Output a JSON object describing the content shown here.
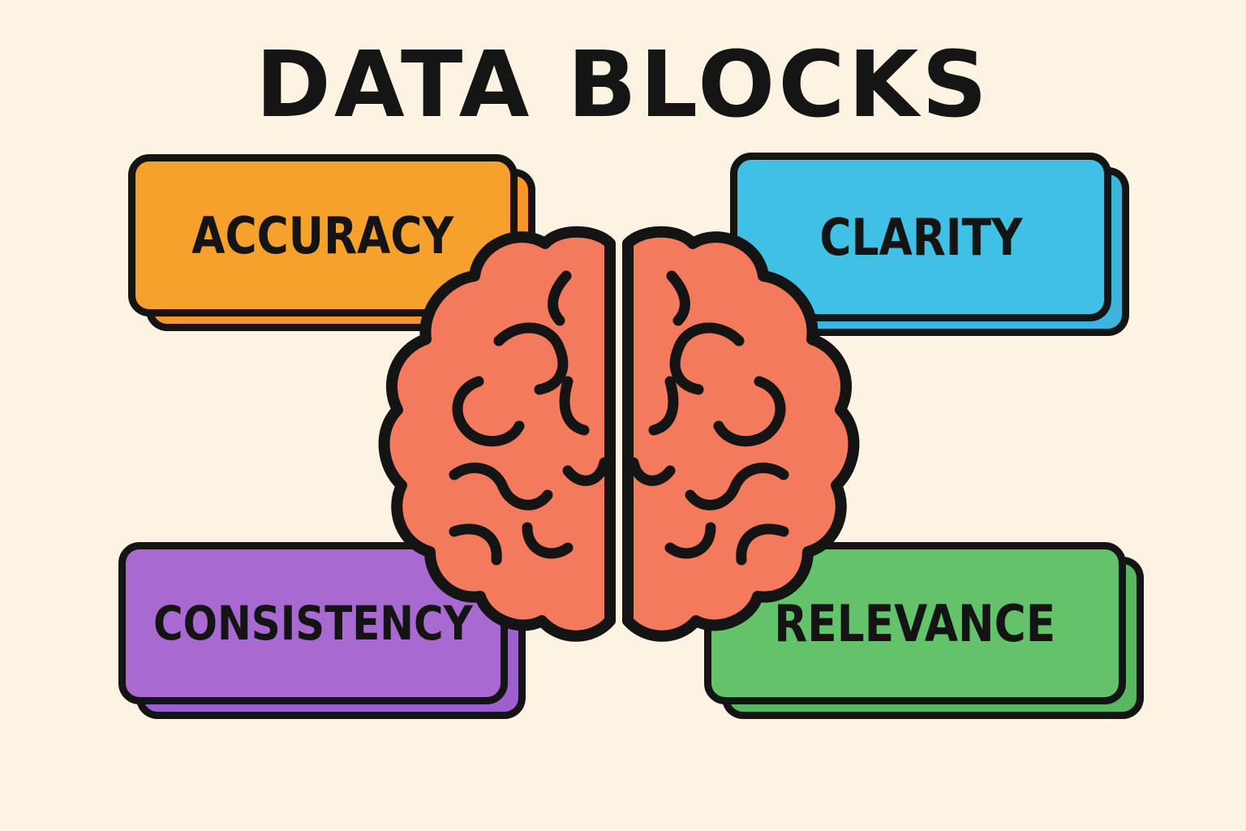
{
  "title": "DATA BLOCKS",
  "colors": {
    "background": "#fcf3e2",
    "brain": "#f37a5c",
    "outline": "#141414"
  },
  "blocks": [
    {
      "label": "ACCURACY",
      "color": "#f7a12d",
      "shadow": "#f4962b"
    },
    {
      "label": "CLARITY",
      "color": "#40c0e5",
      "shadow": "#3bb5de"
    },
    {
      "label": "CONSISTENCY",
      "color": "#a86ad1",
      "shadow": "#9d5fcb"
    },
    {
      "label": "RELEVANCE",
      "color": "#62c36a",
      "shadow": "#58b862"
    }
  ],
  "icons": {
    "center": "brain-icon"
  }
}
